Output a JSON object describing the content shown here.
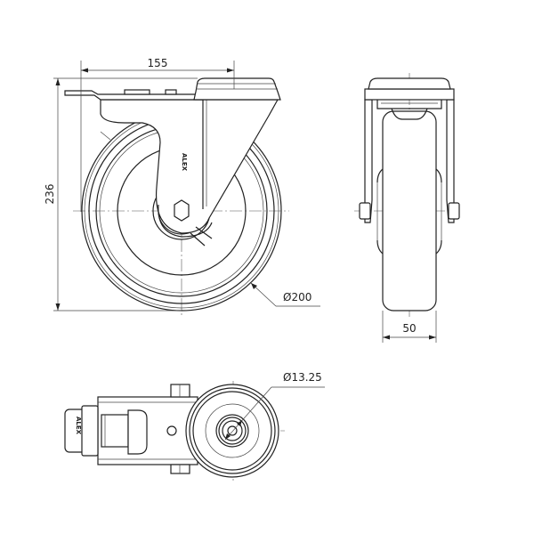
{
  "drawing": {
    "title": "Swivel castor technical drawing",
    "dimensions": {
      "width_155": "155",
      "height_236": "236",
      "wheel_diameter": "Ø200",
      "wheel_width": "50",
      "bolt_hole_diameter": "Ø13.25"
    },
    "logo_text": "ALEX"
  }
}
